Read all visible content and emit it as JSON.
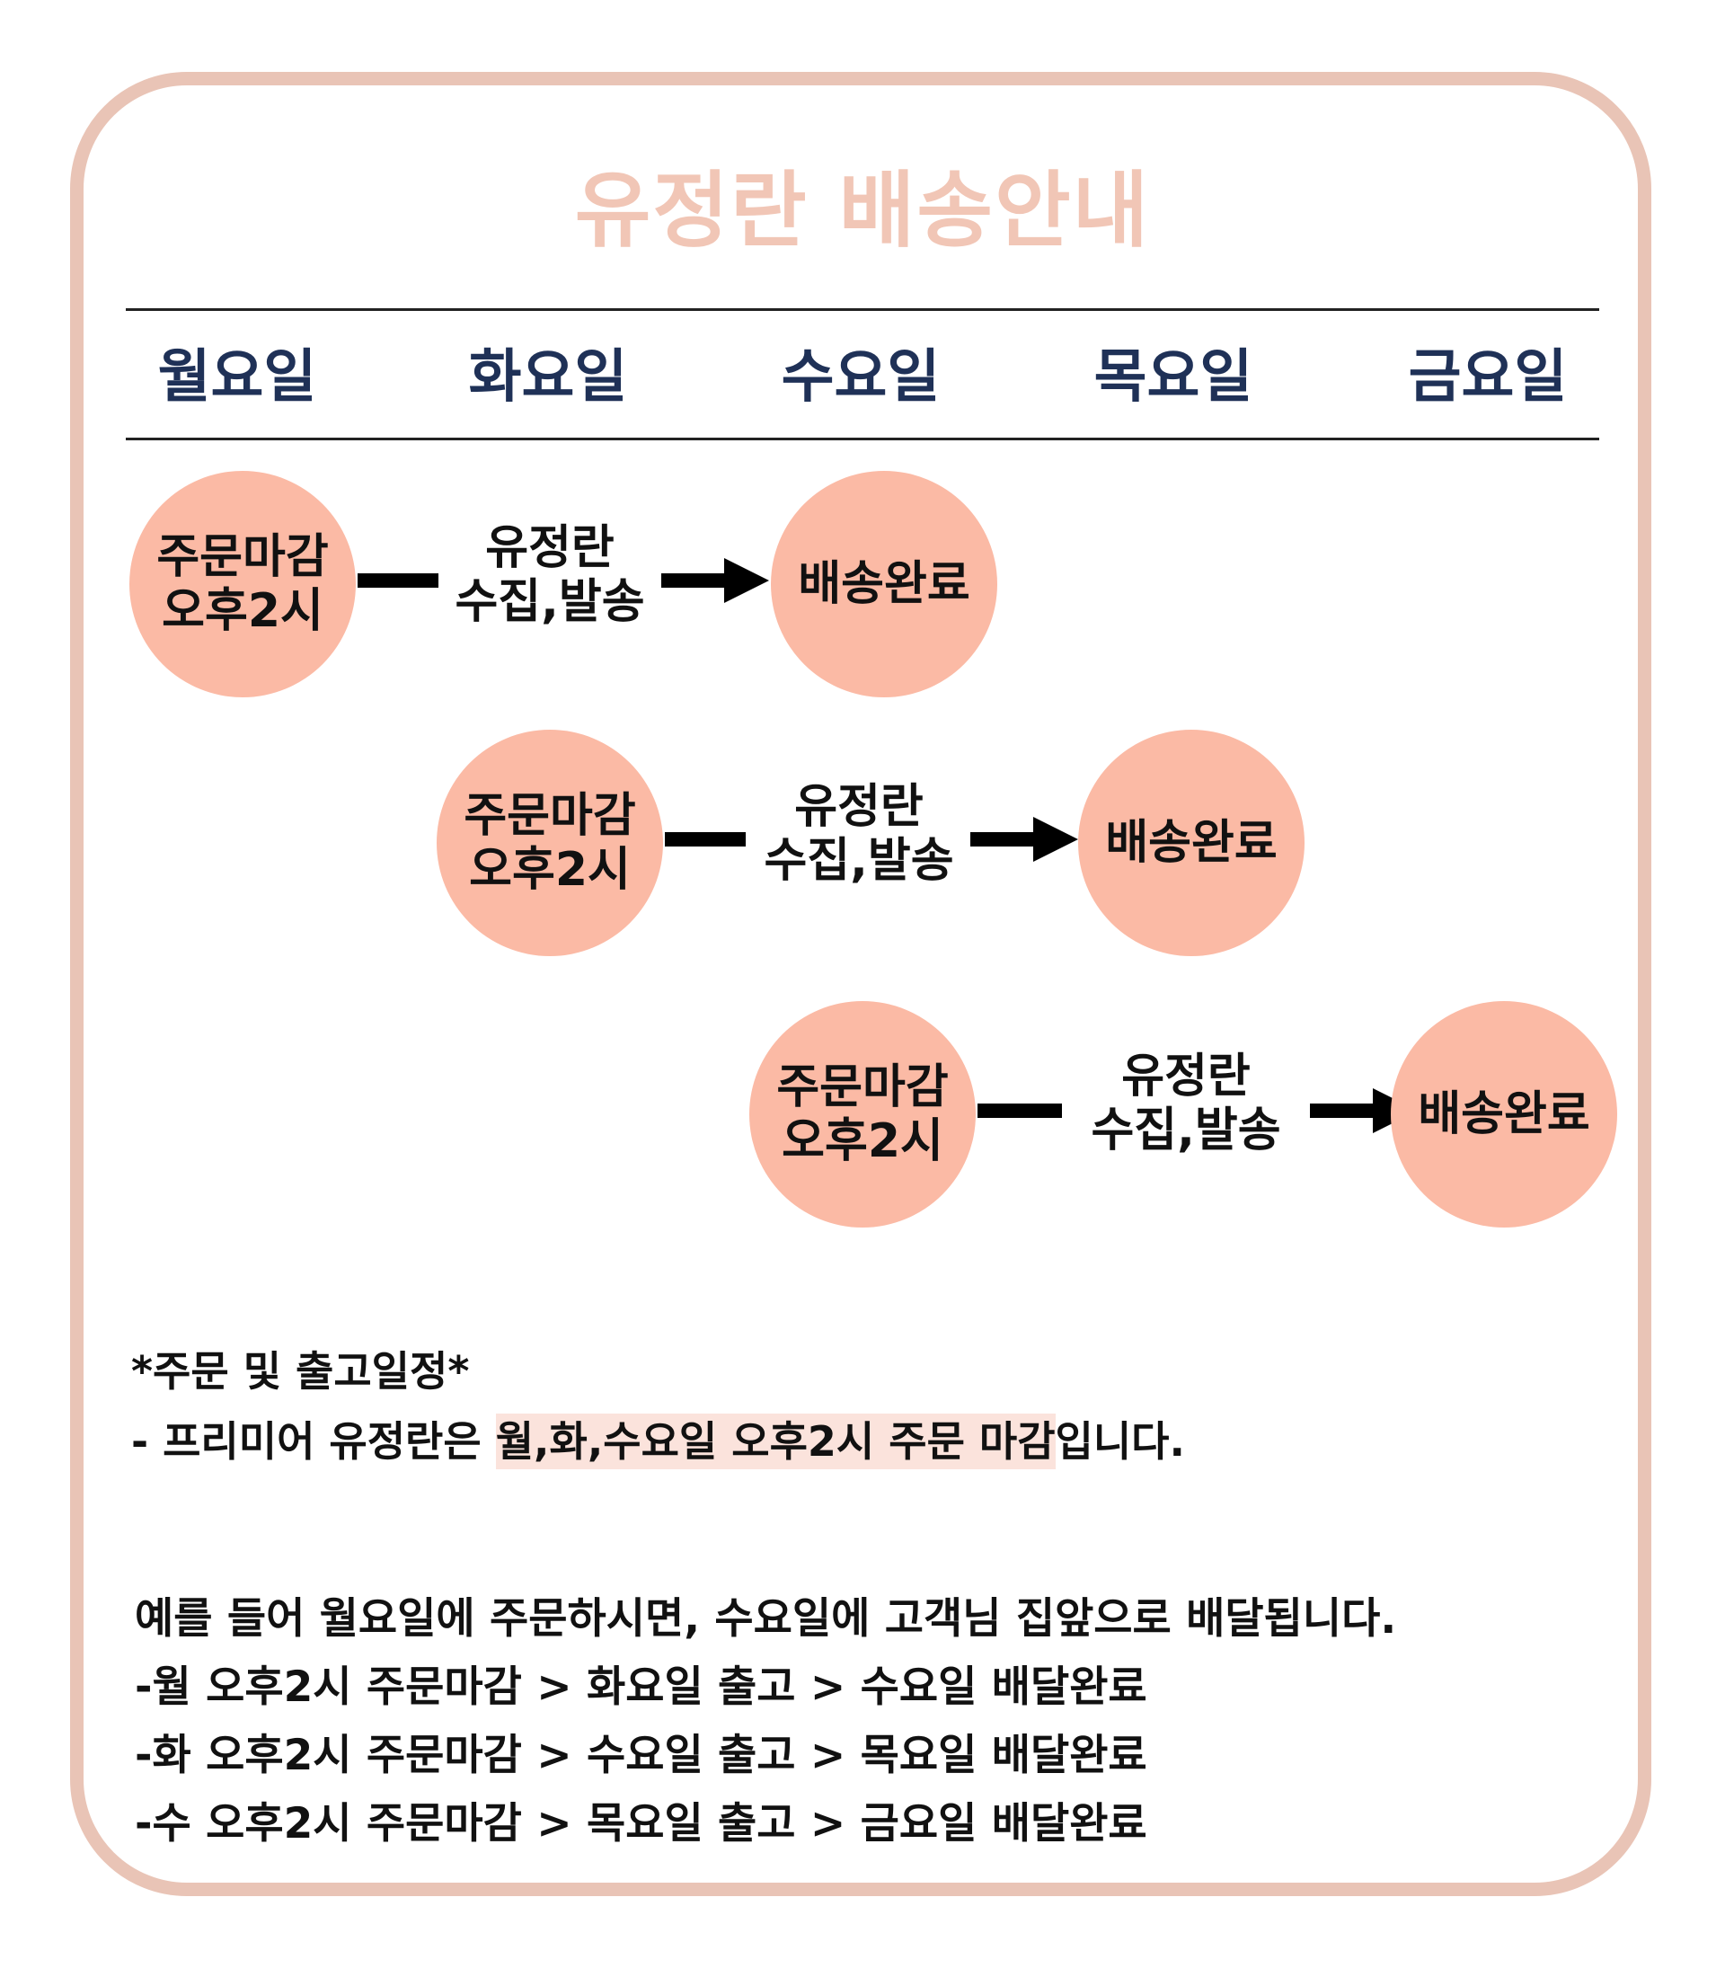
{
  "title": "유정란 배송안내",
  "colors": {
    "frame_border": "#e9c4b6",
    "title": "#f1c6b6",
    "circle": "#fbbaa5",
    "day_header": "#1f3157",
    "highlight": "#fbe3dc",
    "text": "#111111"
  },
  "days": [
    "월요일",
    "화요일",
    "수요일",
    "목요일",
    "금요일"
  ],
  "flows": [
    {
      "start": [
        "주문마감",
        "오후2시"
      ],
      "process": [
        "유정란",
        "수집,발송"
      ],
      "end": "배송완료"
    },
    {
      "start": [
        "주문마감",
        "오후2시"
      ],
      "process": [
        "유정란",
        "수집,발송"
      ],
      "end": "배송완료"
    },
    {
      "start": [
        "주문마감",
        "오후2시"
      ],
      "process": [
        "유정란",
        "수집,발송"
      ],
      "end": "배송완료"
    }
  ],
  "notes": {
    "heading": "*주문 및 출고일정*",
    "line_prefix": "- 프리미어 유정란은 ",
    "line_highlight": "월,화,수요일 오후2시 주문 마감",
    "line_suffix": "입니다."
  },
  "example": {
    "intro": "예를 들어 월요일에 주문하시면, 수요일에 고객님 집앞으로 배달됩니다.",
    "lines": [
      "-월 오후2시 주문마감 > 화요일 출고 > 수요일 배달완료",
      "-화 오후2시 주문마감 > 수요일 출고 > 목요일 배달완료",
      "-수 오후2시 주문마감 > 목요일 출고 > 금요일 배달완료"
    ]
  }
}
